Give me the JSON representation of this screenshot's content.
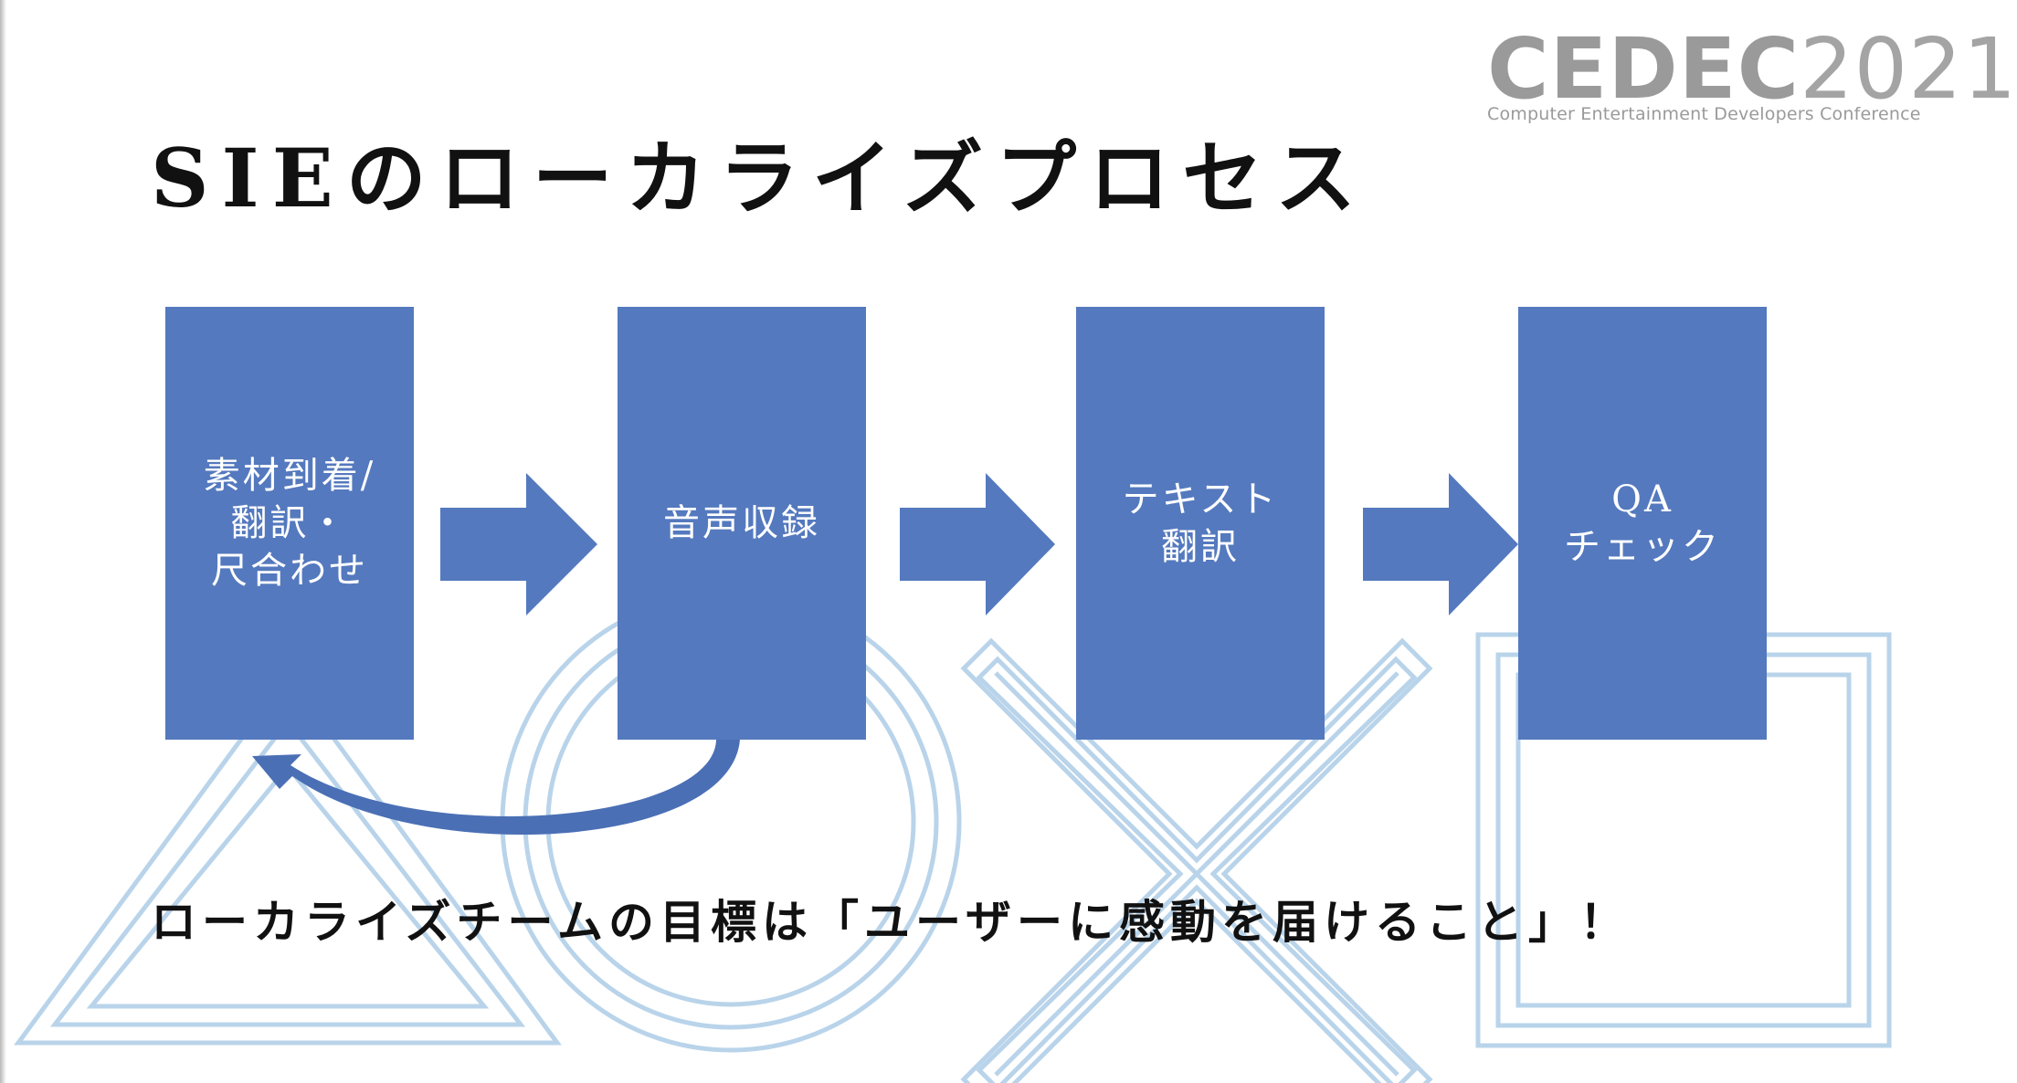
{
  "logo": {
    "name": "CEDEC",
    "year": "2021",
    "subtitle": "Computer Entertainment Developers Conference"
  },
  "title": "SIEのローカライズプロセス",
  "steps": [
    {
      "label": "素材到着/\n翻訳・\n尺合わせ"
    },
    {
      "label": "音声収録"
    },
    {
      "label": "テキスト\n翻訳"
    },
    {
      "label": "QA\nチェック"
    }
  ],
  "goal": "ローカライズチームの目標は「ユーザーに感動を届けること」！",
  "colors": {
    "box": "#5479be",
    "watermark": "#b9d4ea",
    "text": "#111111"
  },
  "icons": [
    "triangle-watermark-icon",
    "circle-watermark-icon",
    "cross-watermark-icon",
    "square-watermark-icon",
    "arrow-right-icon",
    "loop-back-arrow-icon"
  ]
}
